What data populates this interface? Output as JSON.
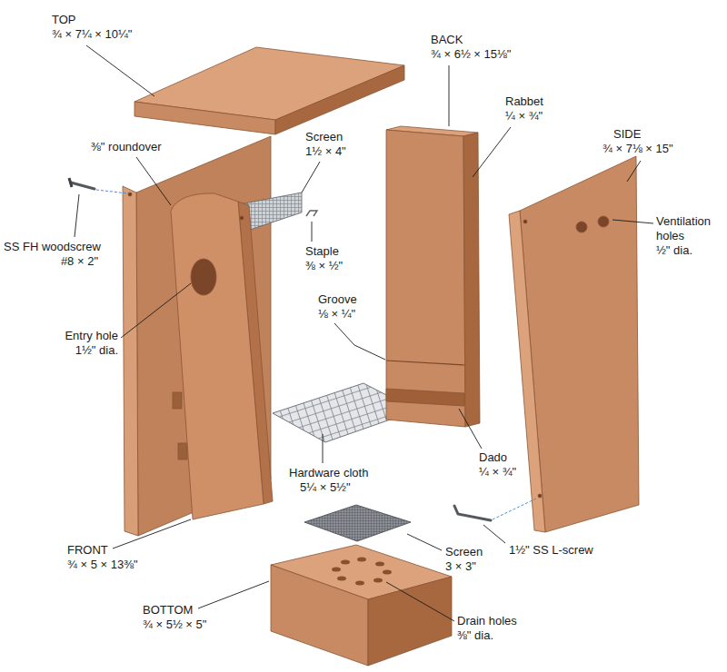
{
  "diagram": {
    "labels": [
      "TOP",
      "¾ × 7¼ × 10¼\"",
      "BACK",
      "¾ × 6½ × 15⅛\"",
      "Rabbet",
      "¼ × ¾\"",
      "SIDE",
      "¾ × 7⅛ × 15\"",
      "⅜\" roundover",
      "Screen",
      "1½ × 4\"",
      "Staple",
      "⅜ × ½\"",
      "SS FH woodscrew",
      "#8 × 2\"",
      "Ventilation holes",
      "½\" dia.",
      "Entry hole",
      "1½\" dia.",
      "Groove",
      "⅛ × ¼\"",
      "Hardware cloth",
      "5¼ × 5½\"",
      "Dado",
      "¼ × ¾\"",
      "FRONT",
      "¾ × 5 × 13⅜\"",
      "Screen",
      "3 × 3\"",
      "1½\" SS L-screw",
      "BOTTOM",
      "¾ × 5½ × 5\"",
      "Drain holes",
      "⅜\" dia."
    ]
  }
}
